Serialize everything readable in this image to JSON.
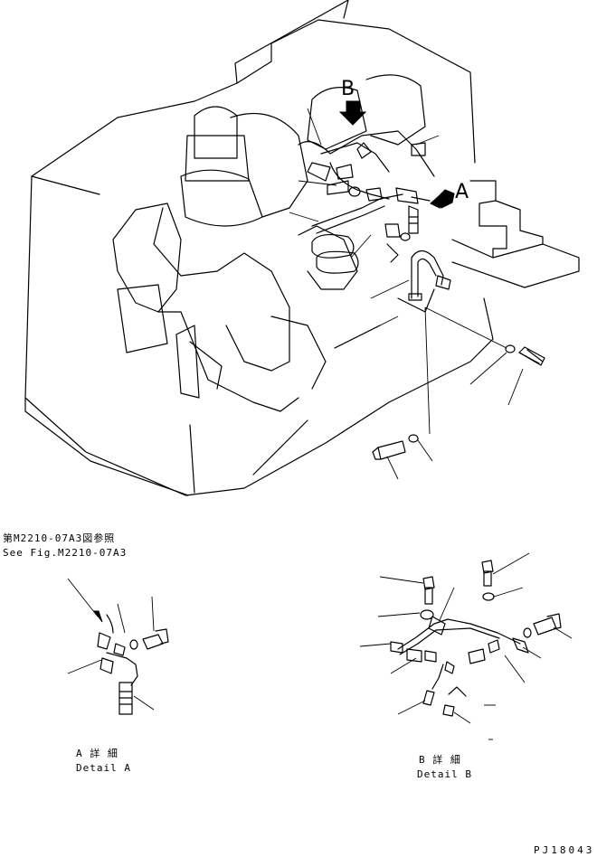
{
  "labels": {
    "callout_a": "A",
    "callout_b": "B",
    "ref_jp": "第M2210-07A3図参照",
    "ref_en": "See Fig.M2210-07A3",
    "detail_a_jp": "A 詳 細",
    "detail_a_en": "Detail A",
    "detail_b_jp": "B 詳 細",
    "detail_b_en": "Detail B",
    "drawing_number": "PJ18043"
  }
}
